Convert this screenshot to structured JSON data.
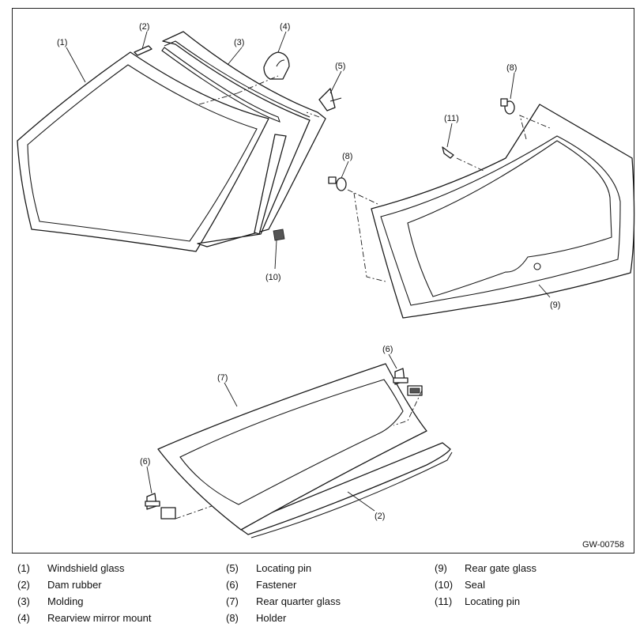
{
  "figure_code": "GW-00758",
  "callouts": {
    "c1": "(1)",
    "c2a": "(2)",
    "c3": "(3)",
    "c4": "(4)",
    "c5": "(5)",
    "c6a": "(6)",
    "c6b": "(6)",
    "c7": "(7)",
    "c8a": "(8)",
    "c8b": "(8)",
    "c9": "(9)",
    "c10": "(10)",
    "c11": "(11)",
    "c2b": "(2)"
  },
  "legend": [
    {
      "num": "(1)",
      "label": "Windshield glass"
    },
    {
      "num": "(2)",
      "label": "Dam rubber"
    },
    {
      "num": "(3)",
      "label": "Molding"
    },
    {
      "num": "(4)",
      "label": "Rearview mirror mount"
    },
    {
      "num": "(5)",
      "label": "Locating pin"
    },
    {
      "num": "(6)",
      "label": "Fastener"
    },
    {
      "num": "(7)",
      "label": "Rear quarter glass"
    },
    {
      "num": "(8)",
      "label": "Holder"
    },
    {
      "num": "(9)",
      "label": "Rear gate glass"
    },
    {
      "num": "(10)",
      "label": "Seal"
    },
    {
      "num": "(11)",
      "label": "Locating pin"
    }
  ]
}
